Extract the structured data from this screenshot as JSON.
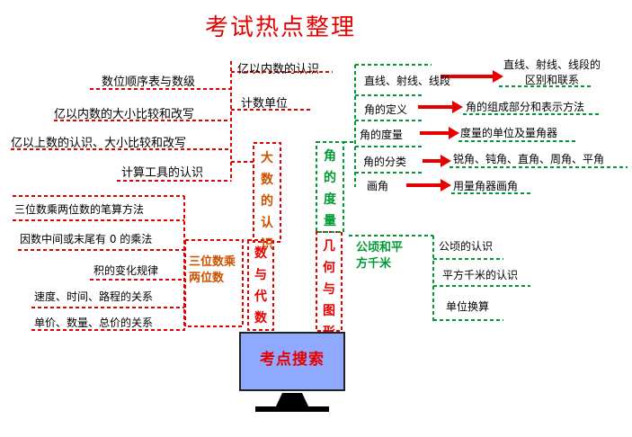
{
  "title": "考试热点整理",
  "center": {
    "label": "考点搜索"
  },
  "number_algebra": {
    "label": "数与代数",
    "big_numbers": {
      "label": "大数的认识",
      "items": [
        "亿以内数的认识",
        "计数单位"
      ],
      "sub_items": [
        "数位顺序表与数级",
        "亿以内数的大小比较和改写",
        "亿以上数的认识、大小比较和改写",
        "计算工具的认识"
      ]
    },
    "multiplication": {
      "label": "三位数乘两位数",
      "items": [
        "三位数乘两位数的笔算方法",
        "因数中间或末尾有 0 的乘法",
        "积的变化规律",
        "速度、时间、路程的关系",
        "单价、数量、总价的关系"
      ]
    }
  },
  "geometry": {
    "label": "几何与图形",
    "angle_measure": {
      "label": "角的度量",
      "items": [
        {
          "name": "直线、射线、线段",
          "detail": "直线、射线、线段的区别和联系"
        },
        {
          "name": "角的定义",
          "detail": "角的组成部分和表示方法"
        },
        {
          "name": "角的度量",
          "detail": "度量的单位及量角器"
        },
        {
          "name": "角的分类",
          "detail": "锐角、钝角、直角、周角、平角"
        },
        {
          "name": "画角",
          "detail": "用量角器画角"
        }
      ]
    },
    "hectare": {
      "label": "公顷和平方千米",
      "items": [
        "公顷的认识",
        "平方千米的认识",
        "单位换算"
      ]
    }
  },
  "colors": {
    "red": "#e60000",
    "orange": "#cc5200",
    "green": "#009933",
    "screen": "#8fa9ff"
  }
}
